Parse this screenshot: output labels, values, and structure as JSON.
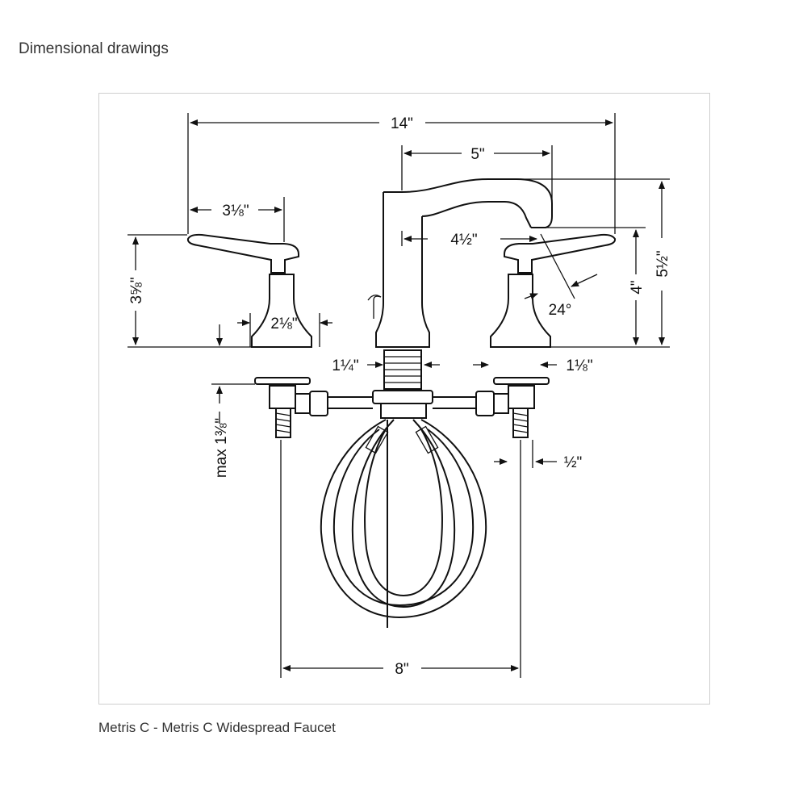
{
  "heading": "Dimensional drawings",
  "caption": "Metris C - Metris C Widespread Faucet",
  "dimensions": {
    "overall_width": "14\"",
    "spout_reach": "5\"",
    "handle_length": "3⅛\"",
    "spout_to_handle": "4½\"",
    "handle_height": "3⅝\"",
    "handle_base": "2⅛\"",
    "spout_shank": "1¼\"",
    "handle_shank": "1⅛\"",
    "max_deck": "max 1⅜\"",
    "valve_tail": "½\"",
    "handle_spread": "8\"",
    "spout_height": "4\"",
    "overall_height": "5½\"",
    "spray_angle": "24°"
  }
}
